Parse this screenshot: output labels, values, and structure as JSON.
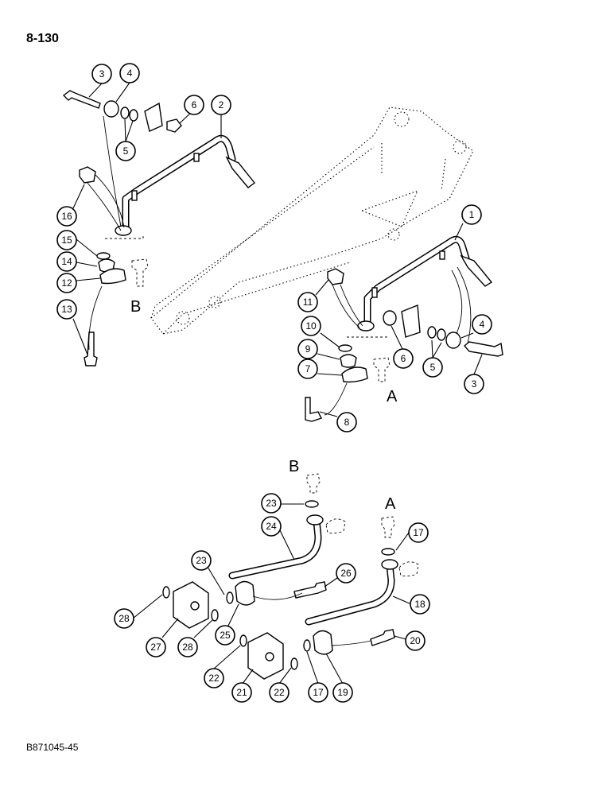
{
  "page": {
    "number": "8-130",
    "figure_code": "B871045-45"
  },
  "views": {
    "upper_b": "B",
    "upper_a": "A",
    "lower_b": "B",
    "lower_a": "A"
  },
  "callouts": {
    "c1": "1",
    "c2": "2",
    "c3a": "3",
    "c3b": "3",
    "c4a": "4",
    "c4b": "4",
    "c5a": "5",
    "c5b": "5",
    "c6a": "6",
    "c6b": "6",
    "c7": "7",
    "c8": "8",
    "c9": "9",
    "c10": "10",
    "c11": "11",
    "c12": "12",
    "c13": "13",
    "c14": "14",
    "c15": "15",
    "c16": "16",
    "c17a": "17",
    "c17b": "17",
    "c18": "18",
    "c19": "19",
    "c20": "20",
    "c21": "21",
    "c22a": "22",
    "c22b": "22",
    "c23a": "23",
    "c23b": "23",
    "c24": "24",
    "c25": "25",
    "c26": "26",
    "c27": "27",
    "c28a": "28",
    "c28b": "28"
  }
}
